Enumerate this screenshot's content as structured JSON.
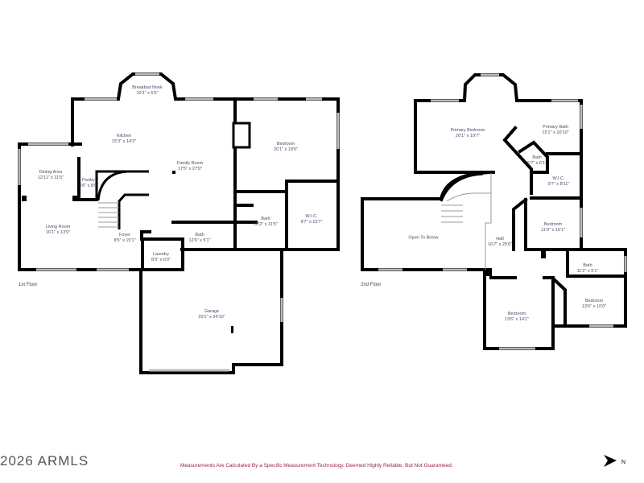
{
  "floors": [
    {
      "label": "1st Floor",
      "rooms": [
        {
          "name": "Breakfast Nook",
          "dims": "10'1\" x 5'5\""
        },
        {
          "name": "Kitchen",
          "dims": "15'3\" x 14'2\""
        },
        {
          "name": "Family Room",
          "dims": "17'5\" x 27'9\""
        },
        {
          "name": "Bedroom",
          "dims": "20'1\" x 18'5\""
        },
        {
          "name": "Dining Area",
          "dims": "12'11\" x 11'5\""
        },
        {
          "name": "Pantry",
          "dims": "3'6\" x 8'0\""
        },
        {
          "name": "Living Room",
          "dims": "16'1\" x 13'9\""
        },
        {
          "name": "Foyer",
          "dims": "8'5\" x 15'1\""
        },
        {
          "name": "Bath",
          "dims": "12'6\" x 5'1\""
        },
        {
          "name": "Bath",
          "dims": "10'2\" x 11'5\""
        },
        {
          "name": "W.I.C.",
          "dims": "9'7\" x 13'7\""
        },
        {
          "name": "Laundry",
          "dims": "8'0\" x 6'0\""
        },
        {
          "name": "Garage",
          "dims": "20'1\" x 24'10\""
        }
      ]
    },
    {
      "label": "2nd Floor",
      "rooms": [
        {
          "name": "Primary Bedroom",
          "dims": "20'1\" x 19'7\""
        },
        {
          "name": "Primary Bath",
          "dims": "15'1\" x 10'10\""
        },
        {
          "name": "Bath",
          "dims": "5'7\" x 6'1\""
        },
        {
          "name": "W.I.C.",
          "dims": "9'7\" x 8'11\""
        },
        {
          "name": "Bedroom",
          "dims": "11'0\" x 10'1\""
        },
        {
          "name": "Open To Below",
          "dims": ""
        },
        {
          "name": "Hall",
          "dims": "16'7\" x 25'6\""
        },
        {
          "name": "Bath",
          "dims": "11'2\" x 5'1\""
        },
        {
          "name": "Bedroom",
          "dims": "13'6\" x 10'0\""
        },
        {
          "name": "Bedroom",
          "dims": "13'6\" x 14'1\""
        }
      ]
    }
  ],
  "watermark": "2026 ARMLS",
  "disclaimer": "Measurements Are Calculated By a Specific Measurement Technology. Deemed Highly Reliable, But Not Guaranteed.",
  "north_label": "N",
  "colors": {
    "disclaimer": "#9b2245",
    "wall": "#000000",
    "label": "#4a4a6a"
  }
}
